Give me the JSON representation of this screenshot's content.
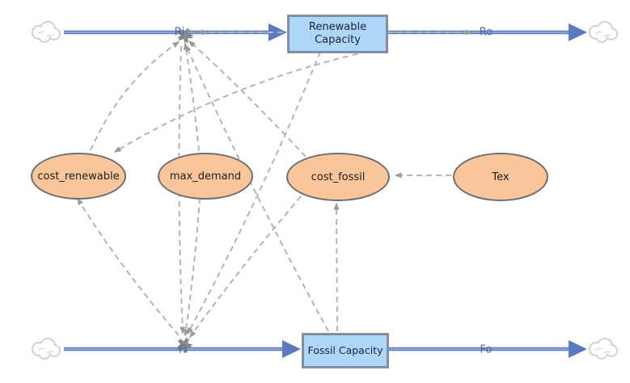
{
  "diagram": {
    "type": "stock-and-flow",
    "stocks": {
      "renewable": {
        "label": "Renewable Capacity"
      },
      "fossil": {
        "label": "Fossil Capacity"
      }
    },
    "flows": {
      "ri": {
        "label": "Ri"
      },
      "ro": {
        "label": "Ro"
      },
      "fi": {
        "label": "Fi"
      },
      "fo": {
        "label": "Fo"
      }
    },
    "variables": {
      "cost_renewable": {
        "label": "cost_renewable"
      },
      "max_demand": {
        "label": "max_demand"
      },
      "cost_fossil": {
        "label": "cost_fossil"
      },
      "tex": {
        "label": "Tex"
      }
    },
    "links": [
      {
        "from": "cost_renewable",
        "to": "Ri"
      },
      {
        "from": "max_demand",
        "to": "Ri"
      },
      {
        "from": "cost_fossil",
        "to": "Ri"
      },
      {
        "from": "Fossil Capacity",
        "to": "Ri"
      },
      {
        "from": "Renewable Capacity",
        "to": "Ri"
      },
      {
        "from": "Renewable Capacity",
        "to": "Ro"
      },
      {
        "from": "Renewable Capacity",
        "to": "Fi"
      },
      {
        "from": "max_demand",
        "to": "Fi"
      },
      {
        "from": "cost_fossil",
        "to": "Fi"
      },
      {
        "from": "Ri",
        "to": "Fi"
      },
      {
        "from": "Fi",
        "to": "cost_renewable"
      },
      {
        "from": "Renewable Capacity",
        "to": "cost_renewable"
      },
      {
        "from": "Fossil Capacity",
        "to": "cost_fossil"
      },
      {
        "from": "Tex",
        "to": "cost_fossil"
      }
    ],
    "colors": {
      "flow_blue": "#5b7ac1",
      "stock_fill": "#aed7f7",
      "variable_fill": "#f9c69c",
      "link_gray": "#b4b4b4",
      "flow_label_blue": "#4466ad"
    }
  }
}
